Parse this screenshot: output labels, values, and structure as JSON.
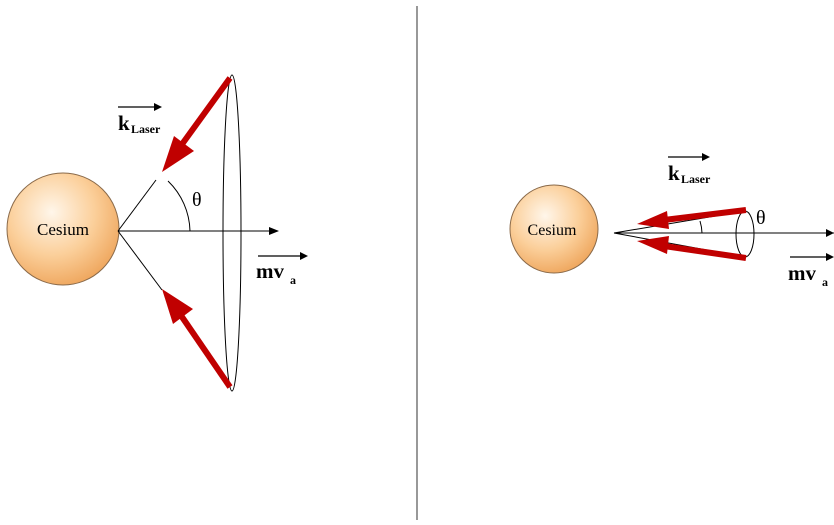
{
  "left_panel": {
    "atom_label": "Cesium",
    "k_label_main": "k",
    "k_label_sub": "Laser",
    "angle_label": "θ",
    "mv_label_main": "mv",
    "mv_label_sub": "a"
  },
  "right_panel": {
    "atom_label": "Cesium",
    "k_label_main": "k",
    "k_label_sub": "Laser",
    "angle_label": "θ",
    "mv_label_main": "mv",
    "mv_label_sub": "a"
  },
  "colors": {
    "laser": "#c00000",
    "atom_light": "#fff1e0",
    "atom_dark": "#f0a860",
    "line": "#000000",
    "divider": "#555555"
  }
}
